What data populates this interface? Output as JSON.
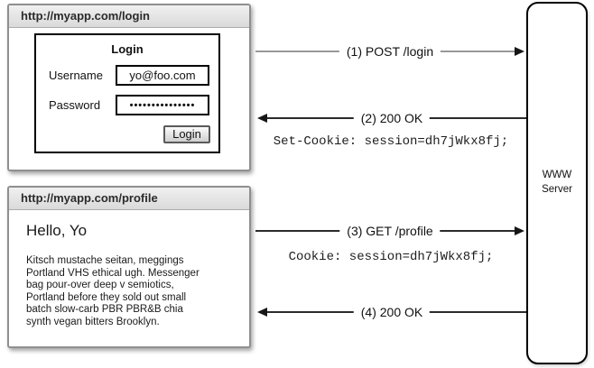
{
  "login_window": {
    "url": "http://myapp.com/login",
    "form": {
      "title": "Login",
      "username_label": "Username",
      "username_value": "yo@foo.com",
      "password_label": "Password",
      "password_value": "•••••••••••••••",
      "login_button": "Login"
    }
  },
  "profile_window": {
    "url": "http://myapp.com/profile",
    "greeting": "Hello, Yo",
    "body_text": "Kitsch mustache seitan, meggings\nPortland VHS ethical ugh. Messenger\nbag pour-over deep v semiotics,\nPortland before they sold out small\nbatch slow-carb PBR PBR&B chia\nsynth vegan bitters Brooklyn."
  },
  "server": {
    "label": "WWW\nServer"
  },
  "messages": {
    "m1": {
      "label": "(1) POST /login",
      "direction": "to-server"
    },
    "m2": {
      "label": "(2) 200 OK",
      "direction": "to-browser",
      "detail": "Set-Cookie: session=dh7jWkx8fj;"
    },
    "m3": {
      "label": "(3) GET /profile",
      "direction": "to-server",
      "detail": "Cookie: session=dh7jWkx8fj;"
    },
    "m4": {
      "label": "(4) 200 OK",
      "direction": "to-browser"
    }
  },
  "colors": {
    "arrow_gray": "#989898",
    "arrow_dark": "#2b2b2b",
    "titlebar_bg": "#e6e6e6",
    "window_border": "#8f8f8f",
    "form_border": "#000000"
  }
}
